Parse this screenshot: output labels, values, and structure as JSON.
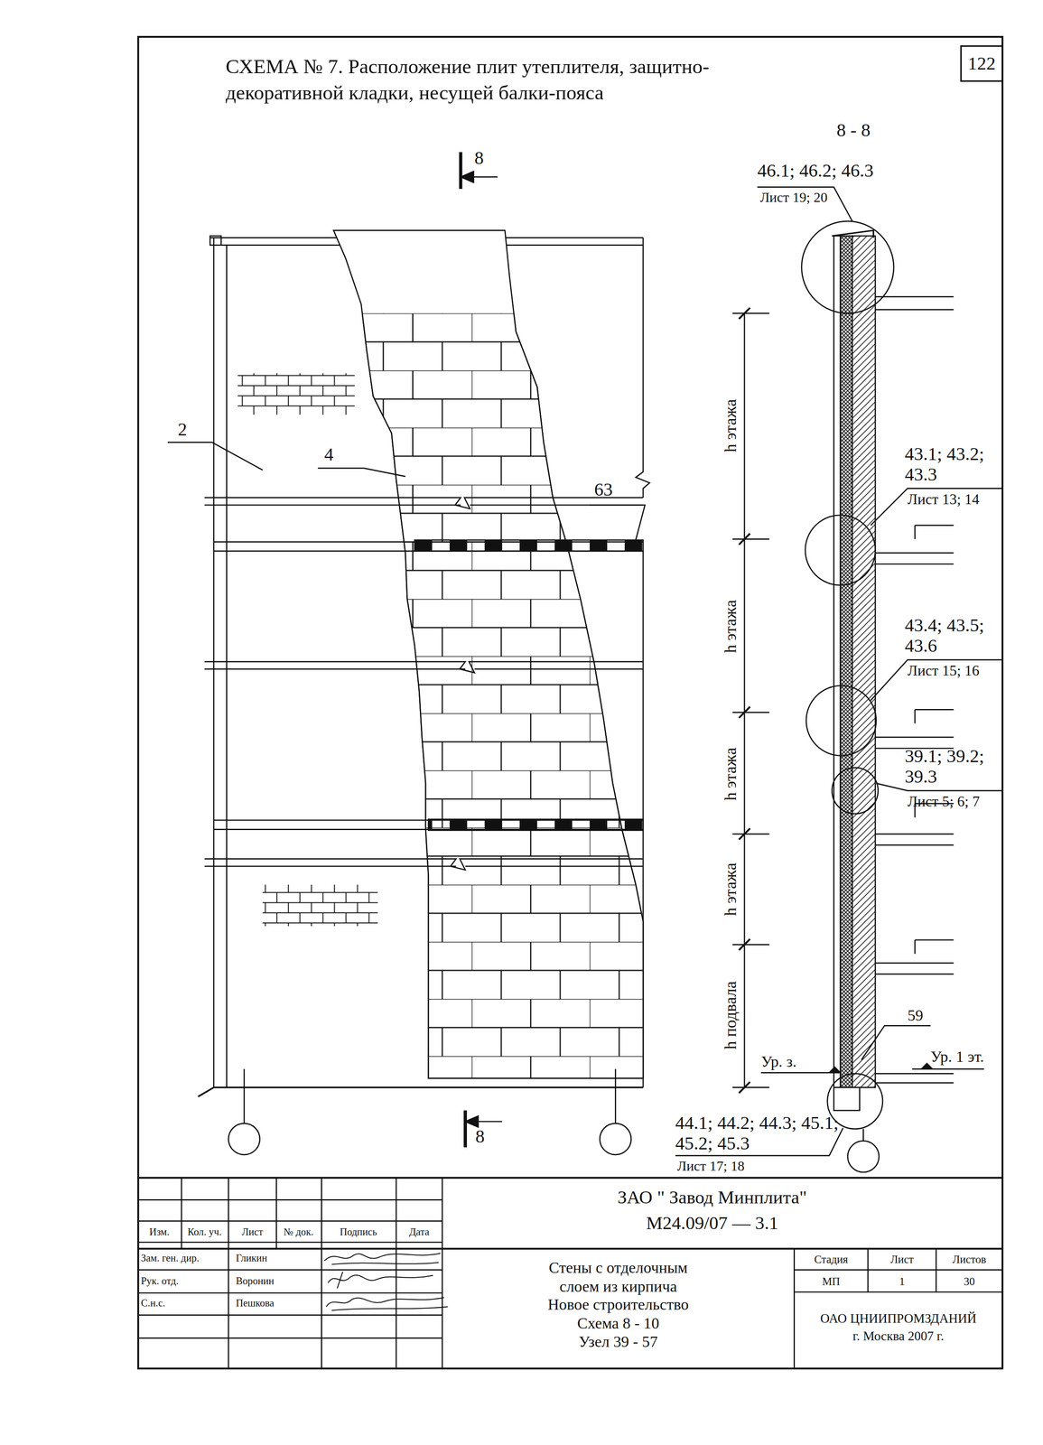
{
  "diagram": {
    "title": "СХЕМА № 7. Расположение плит утеплителя, защитно-декоративной кладки, несущей балки-пояса",
    "nodes": [
      {
        "text": [
          "122"
        ]
      }
    ],
    "labels": [
      "8 - 8",
      "8",
      "8",
      "2",
      "4",
      "63",
      "46.1; 46.2; 46.3",
      "Лист 19; 20",
      "h этажа",
      "h этажа",
      "h этажа",
      "h этажа",
      "h подвала",
      "43.1; 43.2; 43.3",
      "Лист 13; 14",
      "43.4; 43.5; 43.6",
      "Лист 15; 16",
      "39.1; 39.2; 39.3",
      "Лист 5; 6; 7",
      "59",
      "Ур. з.",
      "Ур. 1 эт.",
      "44.1; 44.2; 44.3; 45.1; 45.2; 45.3",
      "Лист 17; 18",
      "ЗАО \" Завод Минплита\"",
      "М24.09/07 — 3.1",
      "Изм.",
      "Кол. уч.",
      "Лист",
      "№ док.",
      "Подпись",
      "Дата",
      "Зам. ген. дир.",
      "Гликин",
      "Рук. отд.",
      "Воронин",
      "С.н.с.",
      "Пешкова",
      "Стены с отделочным слоем из кирпича",
      "Новое строительство",
      "Схема 8 - 10",
      "Узел 39 - 57",
      "Стадия",
      "Лист",
      "Листов",
      "МП",
      "1",
      "30",
      "ОАО ЦНИИПРОМЗДАНИЙ",
      "г. Москва 2007 г."
    ]
  }
}
